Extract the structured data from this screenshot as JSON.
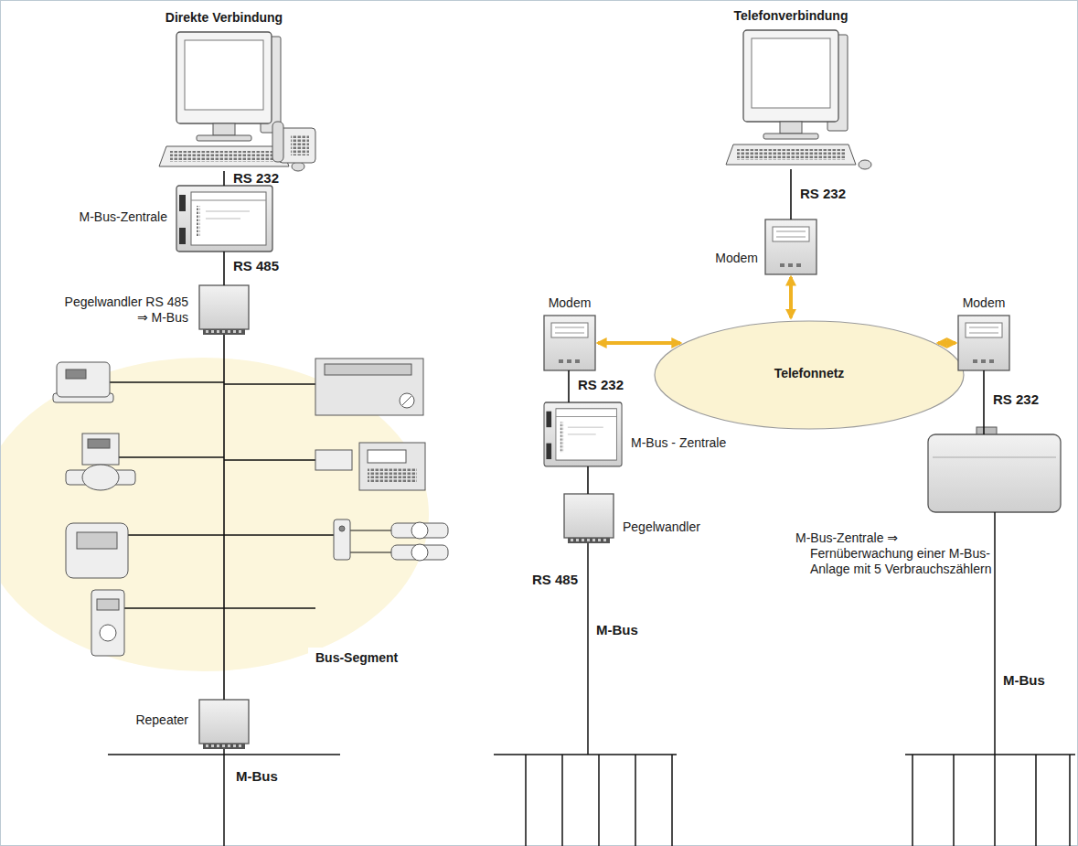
{
  "diagram": {
    "nodes": [
      {
        "text": [
          "Direkte Verbindung"
        ]
      },
      {
        "text": [
          "M-Bus-Zentrale"
        ]
      },
      {
        "text": [
          "Pegelwandler RS 485 ⇒ M-Bus"
        ]
      },
      {
        "text": [
          "Bus-Segment"
        ]
      },
      {
        "text": [
          "Repeater"
        ]
      },
      {
        "text": [
          "Telefonverbindung"
        ]
      },
      {
        "text": [
          "Modem"
        ]
      },
      {
        "text": [
          "Telefonnetz"
        ]
      },
      {
        "text": [
          "Modem"
        ]
      },
      {
        "text": [
          "M-Bus - Zentrale"
        ]
      },
      {
        "text": [
          "Pegelwandler"
        ]
      },
      {
        "text": [
          "Modem"
        ]
      },
      {
        "text": [
          "M-Bus-Zentrale ⇒ Fernüberwachung einer M-Bus-Anlage mit 5 Verbrauchszählern"
        ]
      }
    ],
    "edges": [
      {
        "from": 0,
        "to": 1,
        "label": "RS 232",
        "arrow": "none"
      },
      {
        "from": 1,
        "to": 2,
        "label": "RS 485",
        "arrow": "none"
      },
      {
        "from": 2,
        "to": 4,
        "arrow": "none"
      },
      {
        "from": 5,
        "to": 6,
        "label": "RS 232",
        "arrow": "none"
      },
      {
        "from": 6,
        "to": 7,
        "arrow": "both"
      },
      {
        "from": 7,
        "to": 8,
        "arrow": "both"
      },
      {
        "from": 7,
        "to": 11,
        "arrow": "both"
      },
      {
        "from": 8,
        "to": 9,
        "label": "RS 232",
        "arrow": "none"
      },
      {
        "from": 9,
        "to": 10,
        "arrow": "none"
      },
      {
        "from": 11,
        "to": 12,
        "label": "RS 232",
        "arrow": "none"
      }
    ],
    "labels": [
      "RS 485",
      "M-Bus",
      "M-Bus",
      "M-Bus"
    ]
  }
}
